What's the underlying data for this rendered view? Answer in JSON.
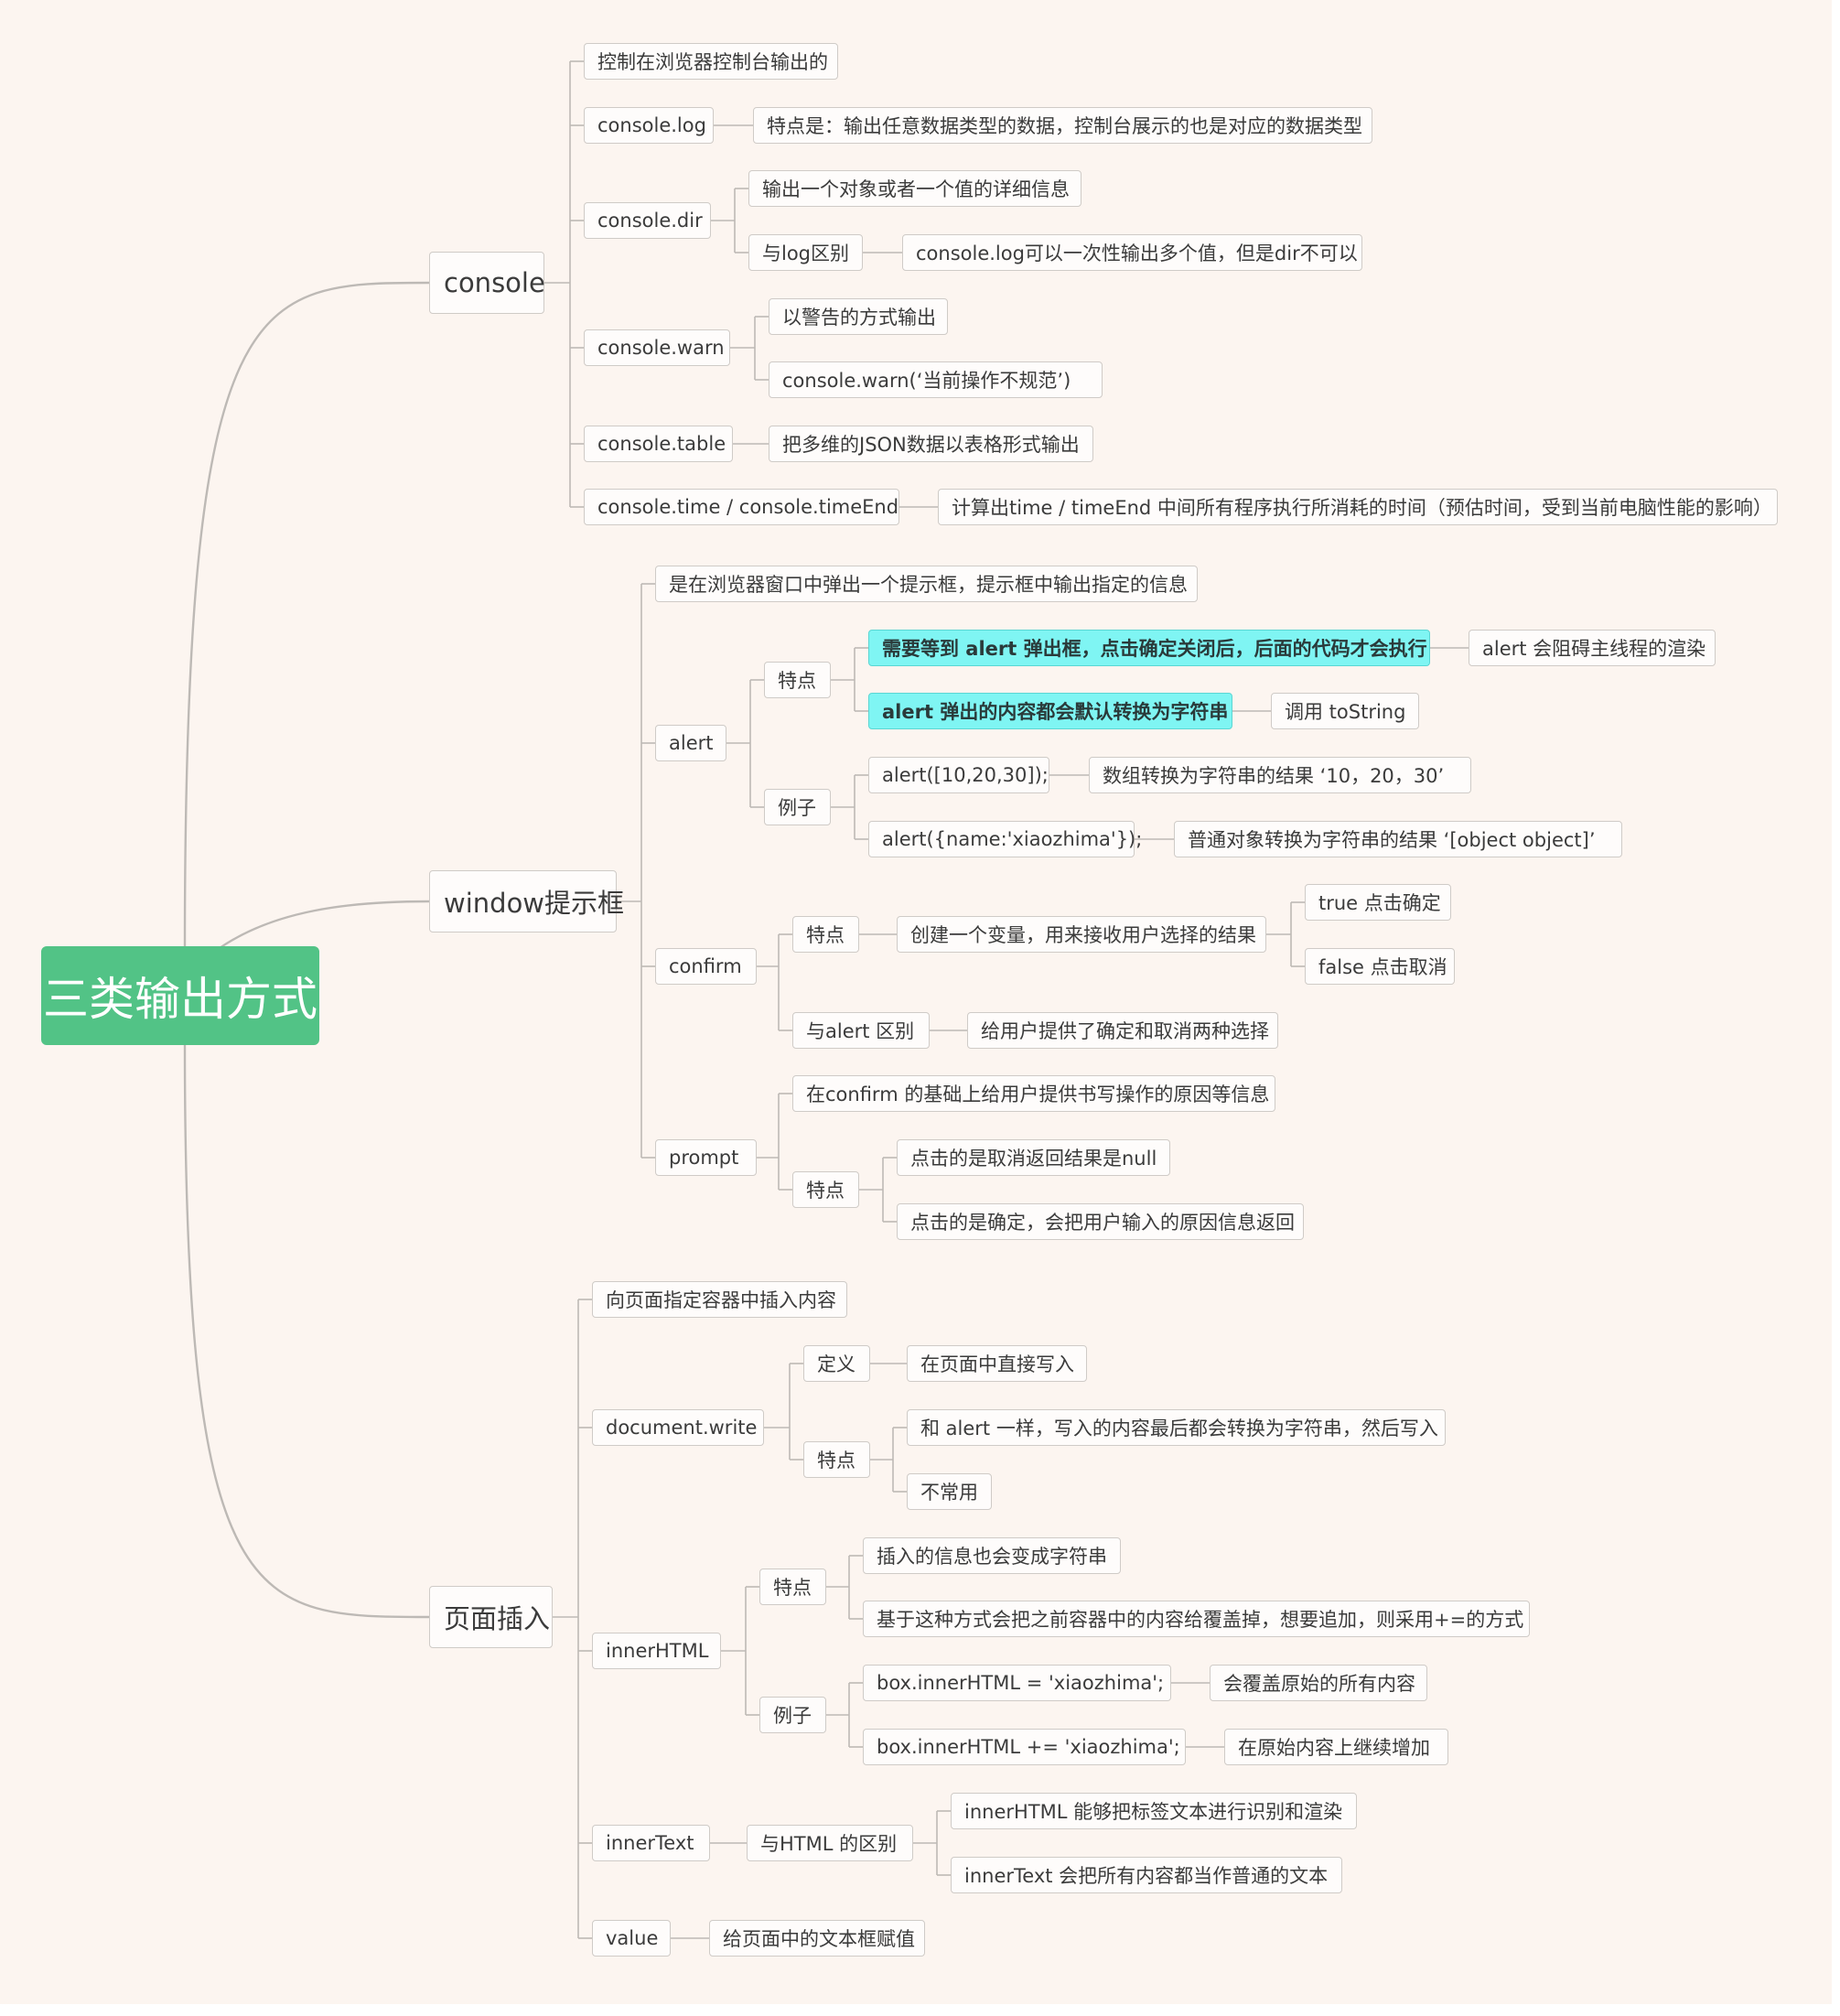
{
  "colors": {
    "background": "#fcf5f0",
    "node_fill": "#fefcfb",
    "node_border": "#cfcbc7",
    "connector": "#bdb9b5",
    "root_fill": "#52c386",
    "highlight_fill": "#7ff5f3"
  },
  "root": {
    "label": "三类输出方式"
  },
  "branches": {
    "console": {
      "label": "console",
      "items": {
        "intro": "控制在浏览器控制台输出的",
        "log": {
          "label": "console.log",
          "feature": "特点是：输出任意数据类型的数据，控制台展示的也是对应的数据类型"
        },
        "dir": {
          "label": "console.dir",
          "detail": "输出一个对象或者一个值的详细信息",
          "diff_label": "与log区别",
          "diff_text": "console.log可以一次性输出多个值，但是dir不可以"
        },
        "warn": {
          "label": "console.warn",
          "detail": "以警告的方式输出",
          "example": "console.warn(‘当前操作不规范’)"
        },
        "table": {
          "label": "console.table",
          "detail": "把多维的JSON数据以表格形式输出"
        },
        "time": {
          "label": "console.time / console.timeEnd",
          "detail": "计算出time / timeEnd 中间所有程序执行所消耗的时间（预估时间，受到当前电脑性能的影响）"
        }
      }
    },
    "window": {
      "label": "window提示框",
      "items": {
        "intro": "是在浏览器窗口中弹出一个提示框，提示框中输出指定的信息",
        "alert": {
          "label": "alert",
          "features_label": "特点",
          "feature1": "需要等到 alert 弹出框，点击确定关闭后，后面的代码才会执行",
          "feature1_note": "alert 会阻碍主线程的渲染",
          "feature2": "alert 弹出的内容都会默认转换为字符串",
          "feature2_note": "调用 toString",
          "examples_label": "例子",
          "example1": "alert([10,20,30]);",
          "example1_note": "数组转换为字符串的结果 ‘10，20，30’",
          "example2": "alert({name:'xiaozhima'});",
          "example2_note": "普通对象转换为字符串的结果 ‘[object object]’"
        },
        "confirm": {
          "label": "confirm",
          "features_label": "特点",
          "feature": "创建一个变量，用来接收用户选择的结果",
          "true_text": "true 点击确定",
          "false_text": "false 点击取消",
          "diff_label": "与alert 区别",
          "diff_text": "给用户提供了确定和取消两种选择"
        },
        "prompt": {
          "label": "prompt",
          "detail": "在confirm 的基础上给用户提供书写操作的原因等信息",
          "features_label": "特点",
          "feature1": "点击的是取消返回结果是null",
          "feature2": "点击的是确定，会把用户输入的原因信息返回"
        }
      }
    },
    "page": {
      "label": "页面插入",
      "items": {
        "intro": "向页面指定容器中插入内容",
        "write": {
          "label": "document.write",
          "def_label": "定义",
          "def_text": "在页面中直接写入",
          "features_label": "特点",
          "feature1": "和 alert 一样，写入的内容最后都会转换为字符串，然后写入",
          "feature2": "不常用"
        },
        "inner_html": {
          "label": "innerHTML",
          "features_label": "特点",
          "feature1": "插入的信息也会变成字符串",
          "feature2": "基于这种方式会把之前容器中的内容给覆盖掉，想要追加，则采用+=的方式",
          "examples_label": "例子",
          "example1": "box.innerHTML = 'xiaozhima';",
          "example1_note": "会覆盖原始的所有内容",
          "example2": "box.innerHTML += 'xiaozhima';",
          "example2_note": "在原始内容上继续增加"
        },
        "inner_text": {
          "label": "innerText",
          "diff_label": "与HTML 的区别",
          "diff1": "innerHTML 能够把标签文本进行识别和渲染",
          "diff2": "innerText 会把所有内容都当作普通的文本"
        },
        "value": {
          "label": "value",
          "detail": "给页面中的文本框赋值"
        }
      }
    }
  }
}
